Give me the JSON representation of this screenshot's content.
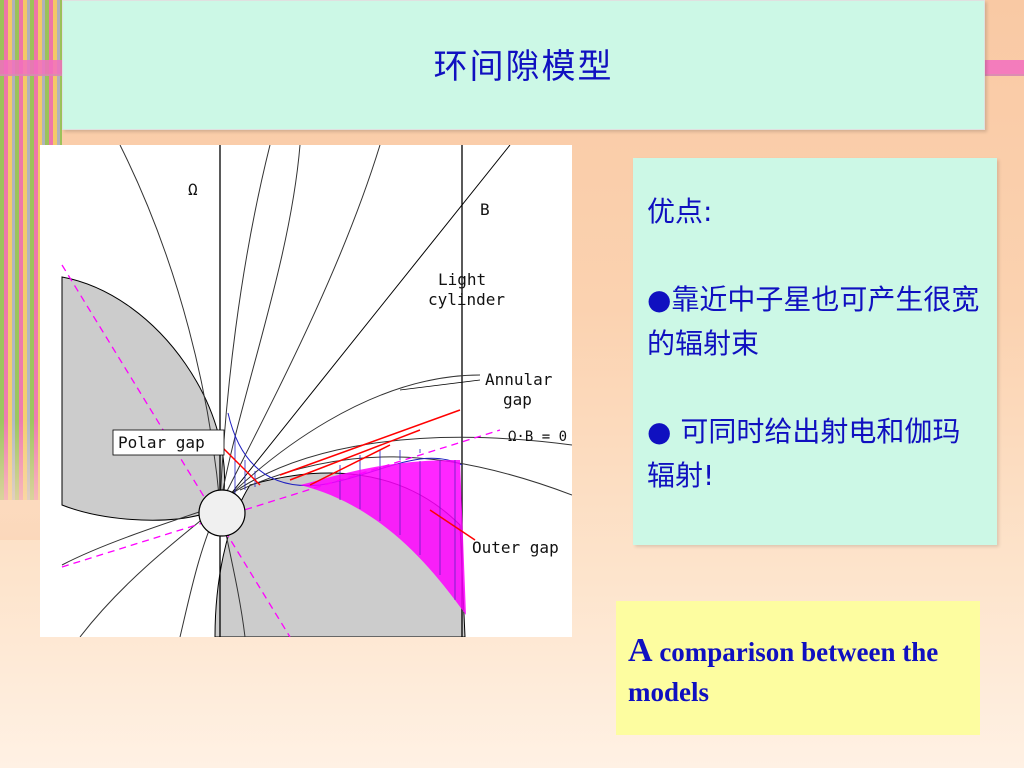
{
  "slide": {
    "title": "环间隙模型"
  },
  "advantages": {
    "heading": "优点:",
    "point1": "●靠近中子星也可产生很宽的辐射束",
    "point2": "● 可同时给出射电和伽玛辐射!"
  },
  "comparison": {
    "first": "A",
    "rest": " comparison between the models"
  },
  "diagram": {
    "omega": "Ω",
    "b": "B",
    "light_line1": "Light",
    "light_line2": "cylinder",
    "annular_line1": "Annular",
    "annular_line2": "gap",
    "polar_gap": "Polar gap",
    "null_surface": "Ω·B = 0",
    "outer_gap": "Outer gap"
  },
  "colors": {
    "title_text": "#1010c0",
    "panel_bg": "#ccf8e6",
    "comparison_bg": "#fdfda0",
    "gap_fill": "#ff00ff",
    "field_lines_blue": "#2020c0",
    "arrows": "#ff0000"
  }
}
